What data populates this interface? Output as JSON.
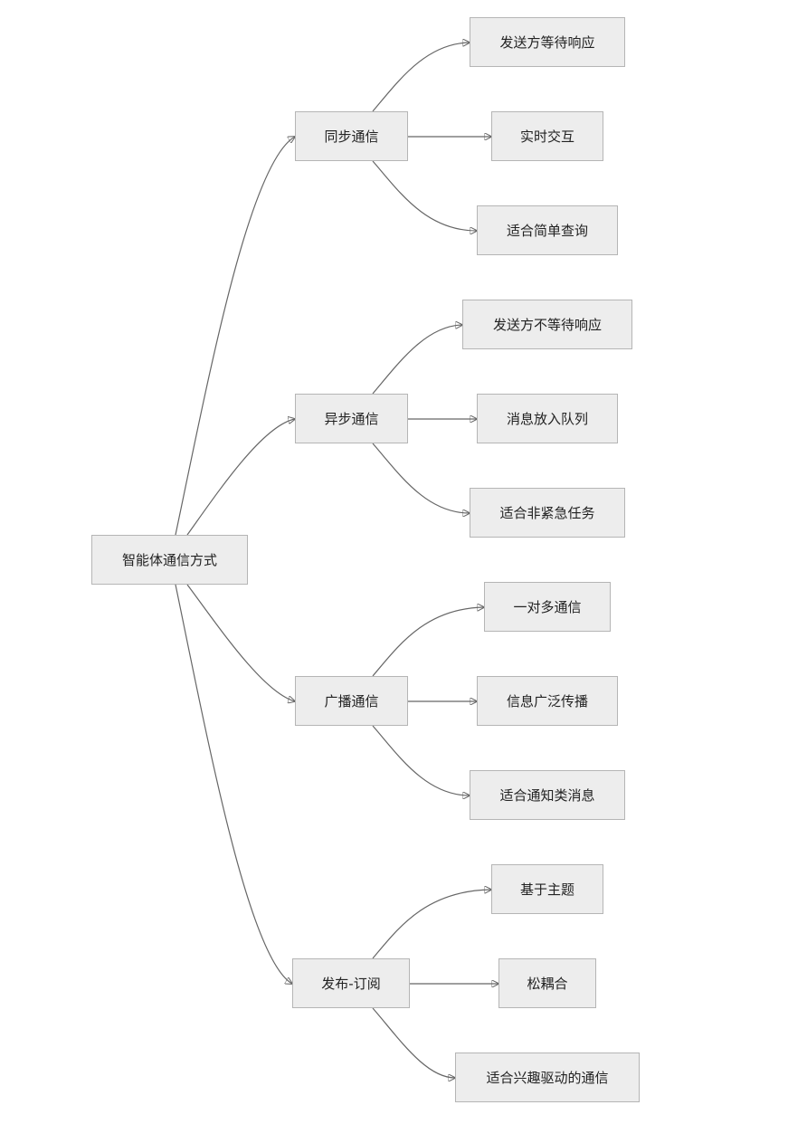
{
  "diagram": {
    "root": {
      "label": "智能体通信方式"
    },
    "branches": [
      {
        "label": "同步通信",
        "children": [
          "发送方等待响应",
          "实时交互",
          "适合简单查询"
        ]
      },
      {
        "label": "异步通信",
        "children": [
          "发送方不等待响应",
          "消息放入队列",
          "适合非紧急任务"
        ]
      },
      {
        "label": "广播通信",
        "children": [
          "一对多通信",
          "信息广泛传播",
          "适合通知类消息"
        ]
      },
      {
        "label": "发布-订阅",
        "children": [
          "基于主题",
          "松耦合",
          "适合兴趣驱动的通信"
        ]
      }
    ]
  },
  "colors": {
    "node_fill": "#ededed",
    "node_border": "#b5b5b5",
    "edge": "#666666",
    "text": "#222222"
  }
}
